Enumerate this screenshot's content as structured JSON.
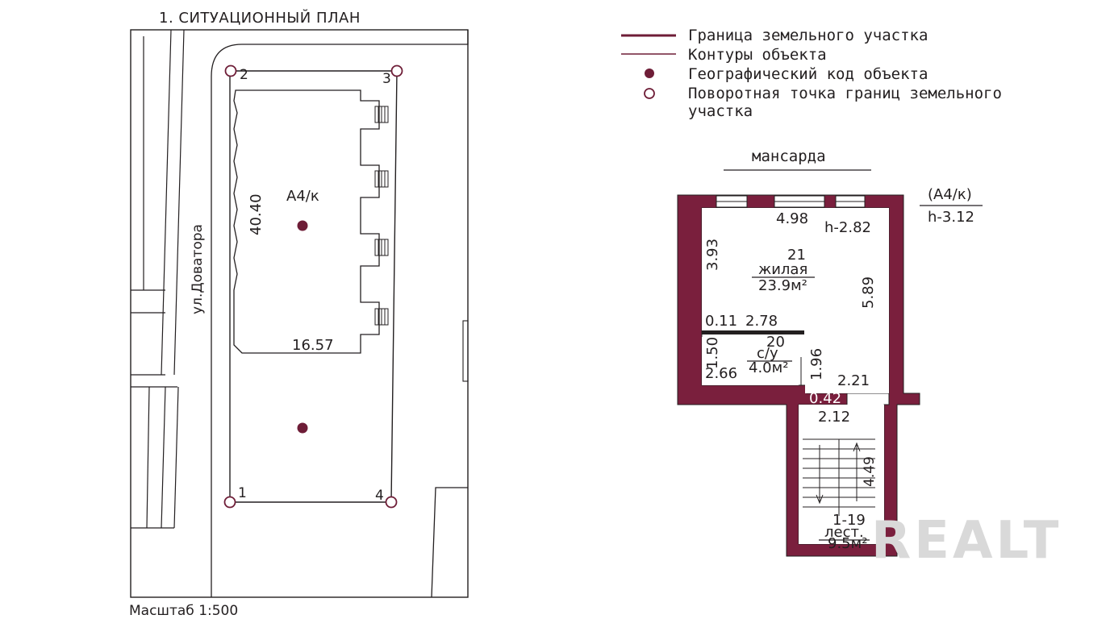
{
  "site_plan": {
    "title": "1. СИТУАЦИОННЫЙ ПЛАН",
    "street": "ул.Доватора",
    "building_code": "А4/к",
    "dim_length": "40.40",
    "dim_width": "16.57",
    "points": [
      "1",
      "2",
      "3",
      "4"
    ],
    "scale": "Масштаб 1:500"
  },
  "legend": {
    "items": [
      {
        "text": "Граница земельного участка",
        "symbol": "thick-line"
      },
      {
        "text": "Контуры объекта",
        "symbol": "thin-line"
      },
      {
        "text": "Географический код объекта",
        "symbol": "filled-dot"
      },
      {
        "text": "Поворотная точка границ земельного",
        "symbol": "open-circle"
      },
      {
        "text": "участка",
        "symbol": "none"
      }
    ]
  },
  "floor_plan": {
    "floor_name": "мансарда",
    "code": "(А4/к)",
    "height_total": "h-3.12",
    "room_height": "h-2.82",
    "rooms": [
      {
        "number": "21",
        "name": "жилая",
        "area": "23.9м²"
      },
      {
        "number": "20",
        "name": "с/у",
        "area": "4.0м²"
      },
      {
        "number": "1-19",
        "name": "лест.",
        "area": "9.5м²"
      }
    ],
    "dims": {
      "top_width": "4.98",
      "left_height": "3.93",
      "right_height": "5.89",
      "partition_offset": "0.11",
      "partition_len": "2.78",
      "bath_height": "1.50",
      "bath_width": "2.66",
      "bath_depth": "1.96",
      "right_width": "2.21",
      "wall_thick": "0.42",
      "stair_width": "2.12",
      "stair_len": "4.49"
    }
  },
  "watermark": "REALT",
  "colors": {
    "wall_fill": "#7a1f3d",
    "line": "#231f20",
    "dot": "#6e1d37",
    "watermark": "#d9d9d9"
  }
}
